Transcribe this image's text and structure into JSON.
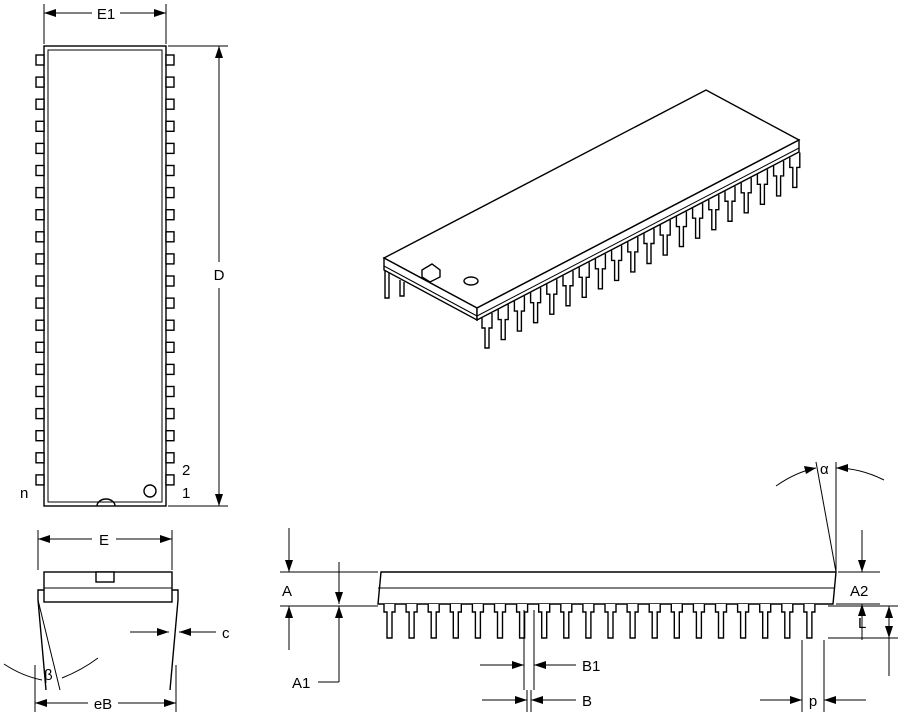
{
  "labels": {
    "E1": "E1",
    "D": "D",
    "n": "n",
    "pin2": "2",
    "pin1": "1",
    "E": "E",
    "c": "c",
    "beta": "β",
    "eB": "eB",
    "alpha": "α",
    "A": "A",
    "A2": "A2",
    "L": "L",
    "A1": "A1",
    "B1": "B1",
    "B": "B",
    "p": "p"
  }
}
